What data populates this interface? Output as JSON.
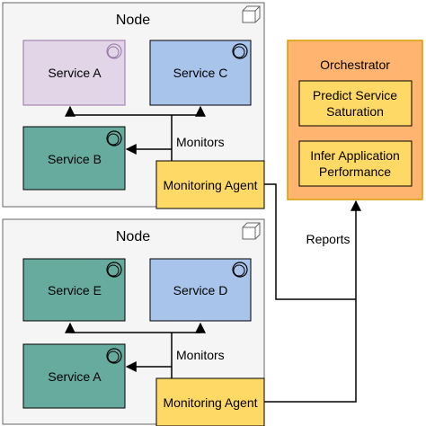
{
  "nodes": [
    {
      "title": "Node",
      "service_a": "Service A",
      "service_b": "Service C",
      "service_c": "Service B",
      "agent": "Monitoring Agent",
      "monitors": "Monitors"
    },
    {
      "title": "Node",
      "service_a": "Service E",
      "service_b": "Service D",
      "service_c": "Service A",
      "agent": "Monitoring Agent",
      "monitors": "Monitors"
    }
  ],
  "orchestrator": {
    "title": "Orchestrator",
    "box1": [
      "Predict Service",
      "Saturation"
    ],
    "box2": [
      "Infer Application",
      "Performance"
    ]
  },
  "reports_label": "Reports",
  "colors": {
    "node_fill": "#f5f5f5",
    "node_stroke": "#666666",
    "service_purple_fill": "#e1d5e7",
    "service_purple_stroke": "#9673a6",
    "service_blue_fill": "#a9c4eb",
    "service_green_fill": "#67ab9f",
    "agent_fill": "#ffd966",
    "orchestrator_fill": "#ffb570",
    "orchestrator_stroke": "#d79b00",
    "inner_box_fill": "#ffd966",
    "inner_box_stroke": "#000000"
  },
  "icons": [
    "cube-icon",
    "circle-icon"
  ]
}
